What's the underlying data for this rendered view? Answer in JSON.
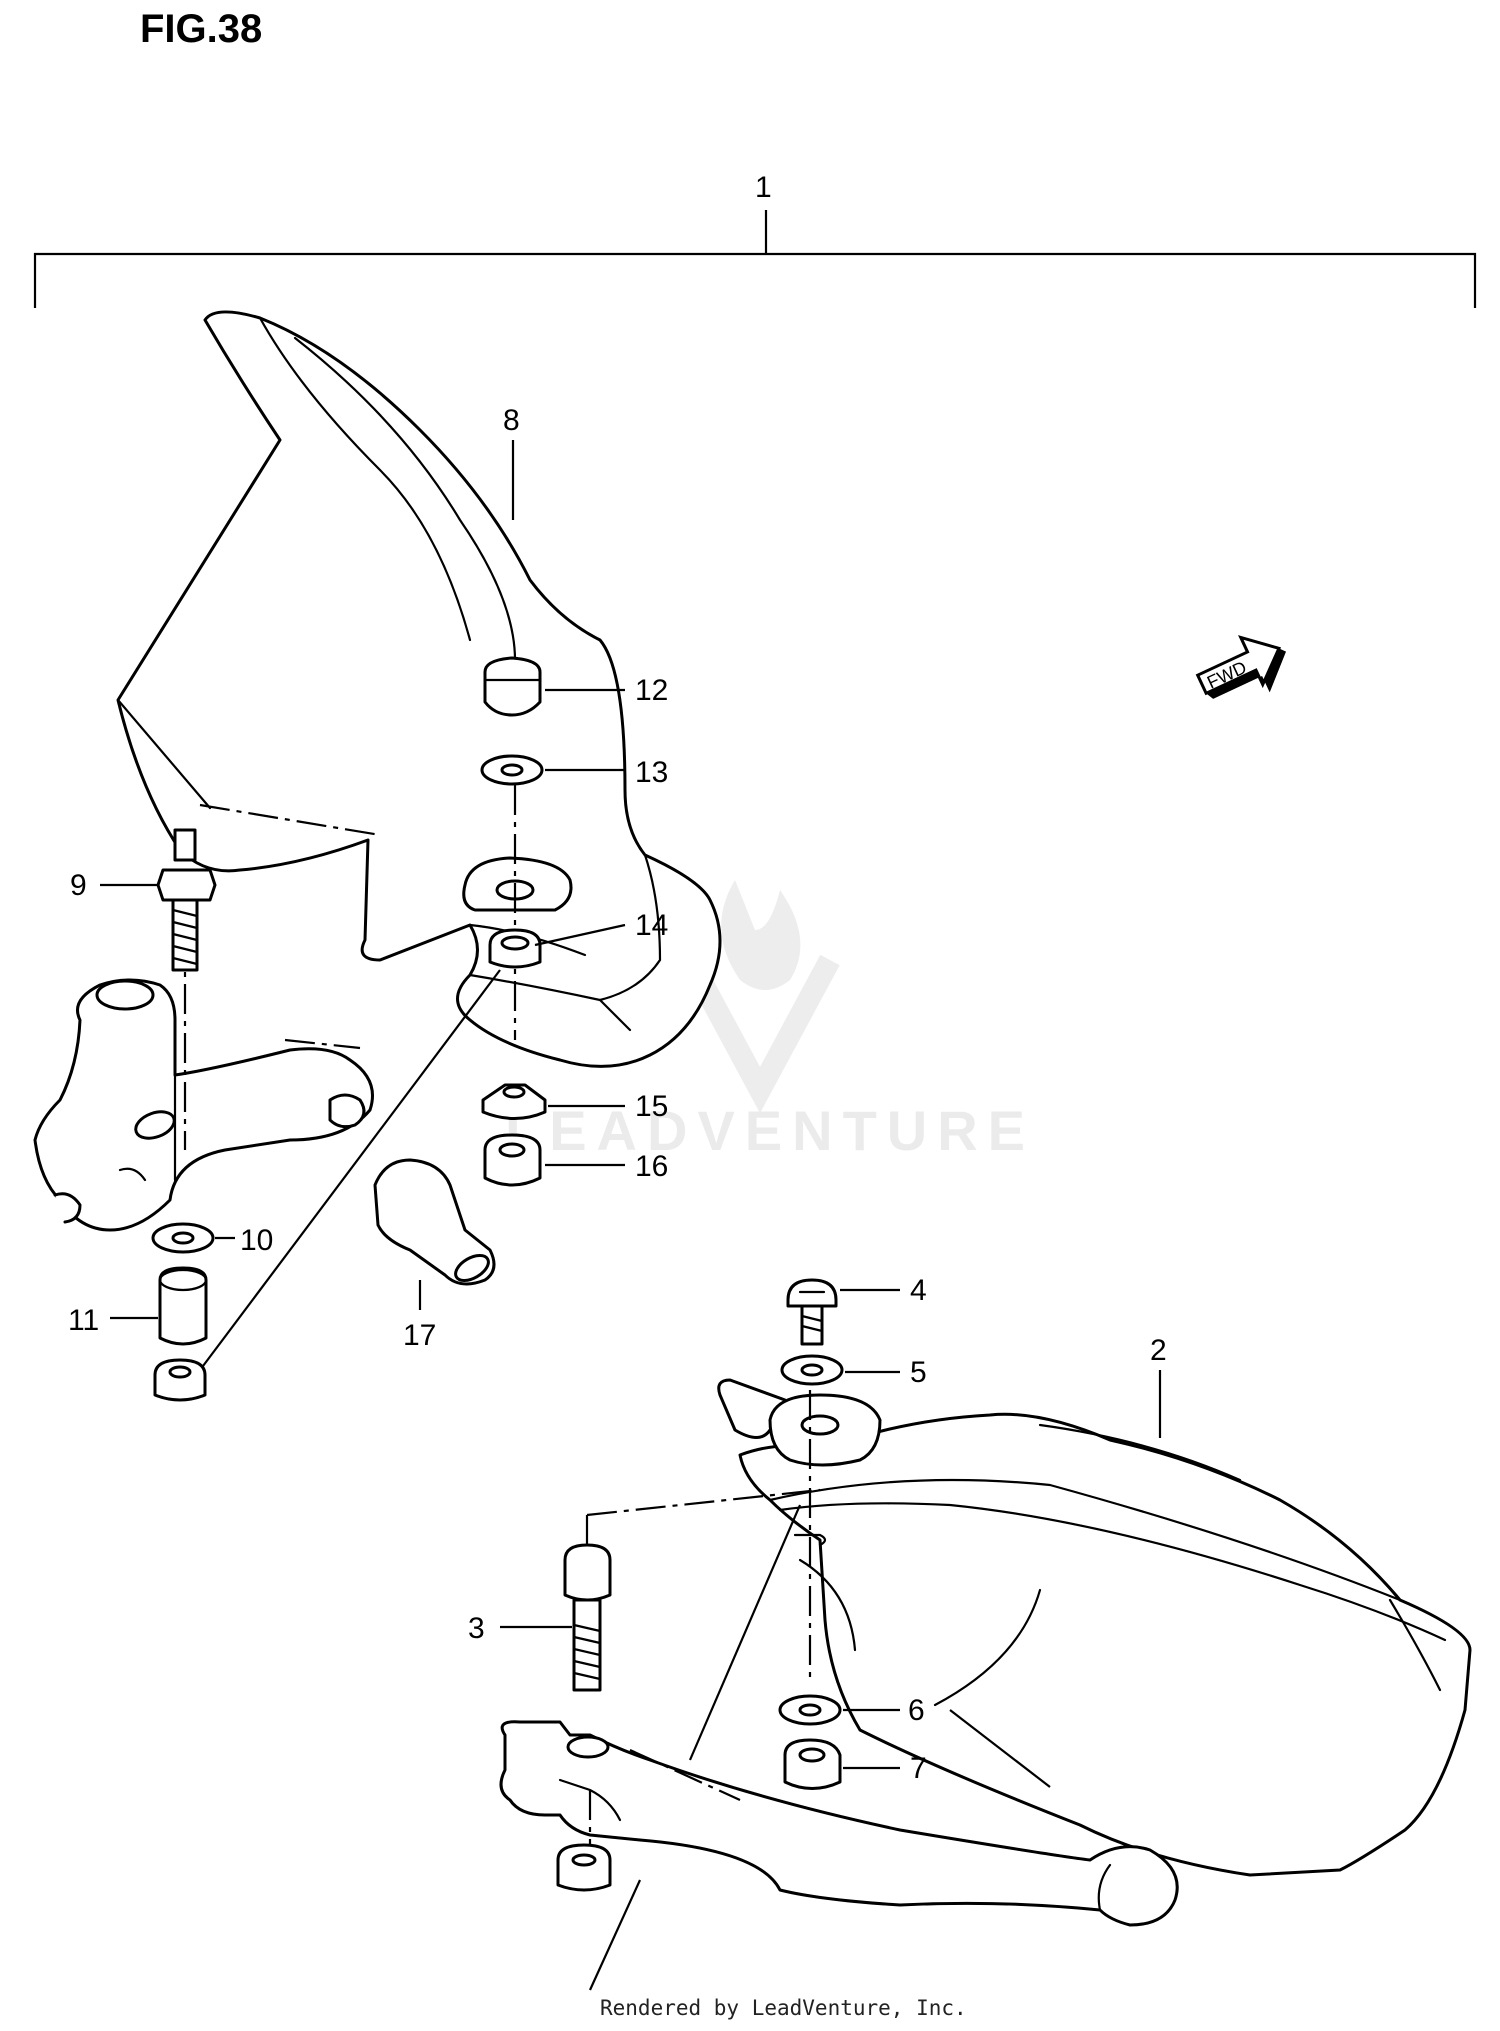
{
  "figure": {
    "title": "FIG.38",
    "footer": "Rendered by LeadVenture, Inc.",
    "watermark": "LEADVENTURE",
    "fwd_label": "FWD"
  },
  "callouts": [
    {
      "id": "1",
      "label": "1"
    },
    {
      "id": "2",
      "label": "2"
    },
    {
      "id": "3",
      "label": "3"
    },
    {
      "id": "4",
      "label": "4"
    },
    {
      "id": "5",
      "label": "5"
    },
    {
      "id": "6",
      "label": "6"
    },
    {
      "id": "7",
      "label": "7"
    },
    {
      "id": "8",
      "label": "8"
    },
    {
      "id": "9",
      "label": "9"
    },
    {
      "id": "10",
      "label": "10"
    },
    {
      "id": "11",
      "label": "11"
    },
    {
      "id": "12",
      "label": "12"
    },
    {
      "id": "13",
      "label": "13"
    },
    {
      "id": "14",
      "label": "14"
    },
    {
      "id": "15",
      "label": "15"
    },
    {
      "id": "16",
      "label": "16"
    },
    {
      "id": "17",
      "label": "17"
    }
  ]
}
